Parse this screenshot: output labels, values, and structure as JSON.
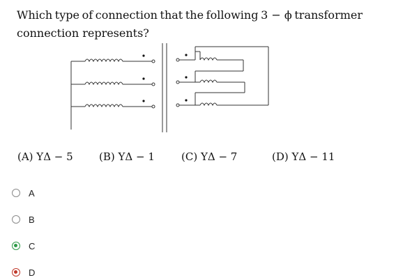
{
  "question": {
    "line1_words": [
      "Which",
      "type",
      "of",
      "connection",
      "that",
      "the",
      "following",
      "3 − ϕ",
      "transformer"
    ],
    "line2": "connection represents?"
  },
  "diagram_options": {
    "a": "(A) YΔ − 5",
    "b": "(B) YΔ − 1",
    "c": "(C) YΔ − 7",
    "d": "(D) YΔ − 11"
  },
  "choices": [
    {
      "label": "A",
      "state": "unselected"
    },
    {
      "label": "B",
      "state": "unselected"
    },
    {
      "label": "C",
      "state": "correct-selected"
    },
    {
      "label": "D",
      "state": "wrong-selected"
    }
  ],
  "colors": {
    "correct": "#2e9a47",
    "wrong": "#c0392b"
  }
}
